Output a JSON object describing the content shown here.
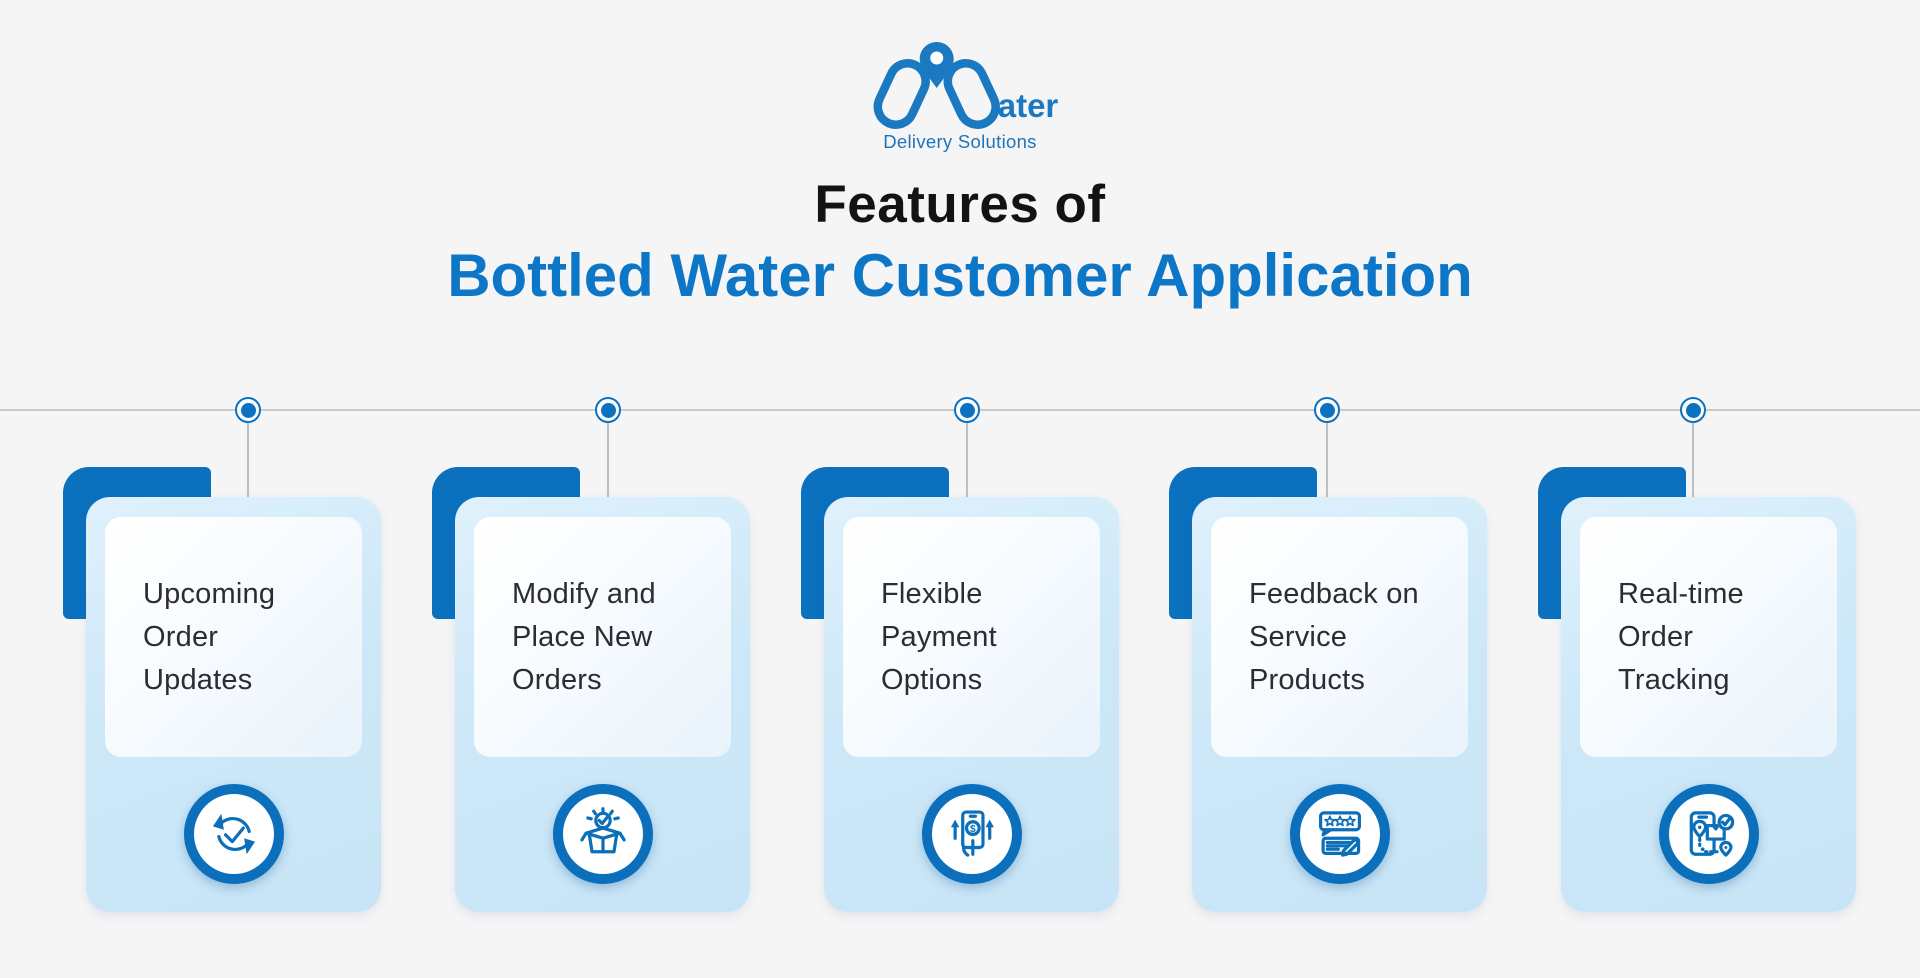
{
  "page": {
    "background_color": "#f5f5f6"
  },
  "logo": {
    "brand_mark": "water-logo-mark",
    "brand_word_suffix": "ater",
    "tagline": "Delivery Solutions",
    "brand_color": "#1b79c1"
  },
  "title": {
    "line1": "Features of",
    "line2": "Bottled Water Customer Application",
    "line1_color": "#131316",
    "line2_color": "#0e76c6"
  },
  "timeline": {
    "dot_count": 5,
    "dot_color": "#0c72c0",
    "line_color": "#c7c9ca"
  },
  "features": [
    {
      "label": "Upcoming\nOrder\nUpdates",
      "icon": "sync-check-icon"
    },
    {
      "label": "Modify and\nPlace New\nOrders",
      "icon": "box-order-check-icon"
    },
    {
      "label": "Flexible\nPayment\nOptions",
      "icon": "mobile-payment-icon"
    },
    {
      "label": "Feedback on\nService\nProducts",
      "icon": "review-feedback-icon"
    },
    {
      "label": "Real-time\nOrder\nTracking",
      "icon": "order-tracking-icon"
    }
  ],
  "colors": {
    "accent_blue": "#0b70bd",
    "card_gradient_light": "#dff1fc",
    "card_gradient_dark": "#c7e4f6",
    "card_text": "#2c2c33"
  }
}
